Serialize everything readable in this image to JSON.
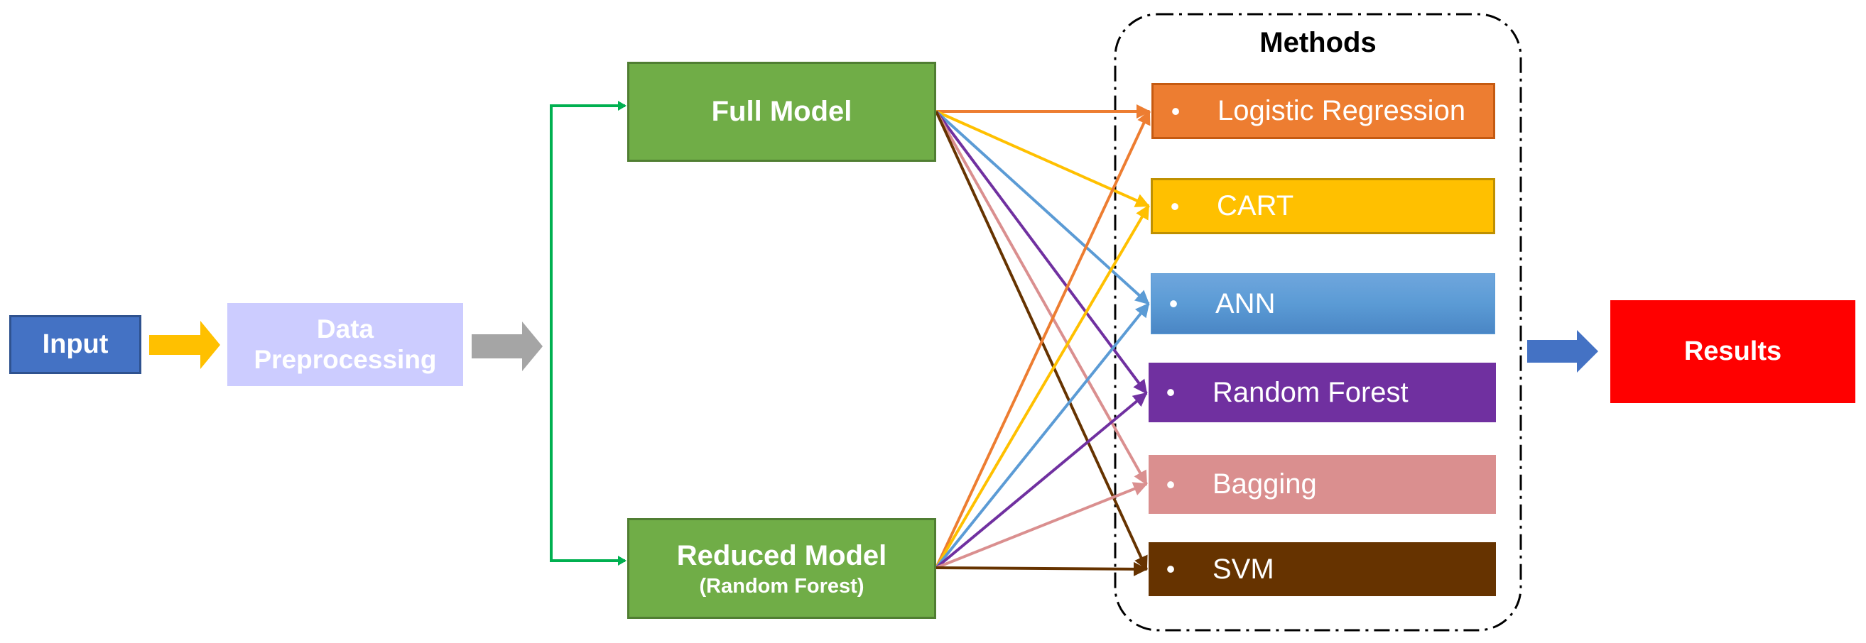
{
  "input": {
    "label": "Input",
    "color": "#4472C4"
  },
  "preprocessing": {
    "line1": "Data",
    "line2": "Preprocessing",
    "color": "#CCCCFF"
  },
  "full_model": {
    "label": "Full Model",
    "color": "#70AD47"
  },
  "reduced_model": {
    "label": "Reduced Model",
    "sublabel": "(Random Forest)",
    "color": "#70AD47"
  },
  "methods": {
    "title": "Methods",
    "items": [
      {
        "label": "Logistic Regression",
        "color": "#ED7D31"
      },
      {
        "label": "CART",
        "color": "#FFC000"
      },
      {
        "label": "ANN",
        "color": "#5B9BD5"
      },
      {
        "label": "Random Forest",
        "color": "#7030A0"
      },
      {
        "label": "Bagging",
        "color": "#DA8F8F"
      },
      {
        "label": "SVM",
        "color": "#663300"
      }
    ]
  },
  "results": {
    "label": "Results",
    "color": "#FF0000"
  },
  "bullet": "•"
}
